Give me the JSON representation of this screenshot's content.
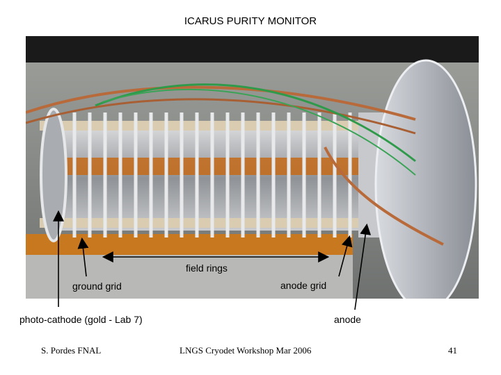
{
  "slide": {
    "title": "ICARUS PURITY MONITOR"
  },
  "labels": {
    "field_rings": "field rings",
    "ground_grid": "ground grid",
    "anode_grid": "anode grid",
    "photo_cathode": "photo-cathode (gold - Lab 7)",
    "anode": "anode"
  },
  "footer": {
    "author": "S. Pordes FNAL",
    "event": "LNGS Cryodet Workshop Mar 2006",
    "page_number": "41"
  },
  "colors": {
    "background": "#ffffff",
    "text": "#000000",
    "kapton": "#c8781e",
    "metal": "#b9bcc0"
  }
}
